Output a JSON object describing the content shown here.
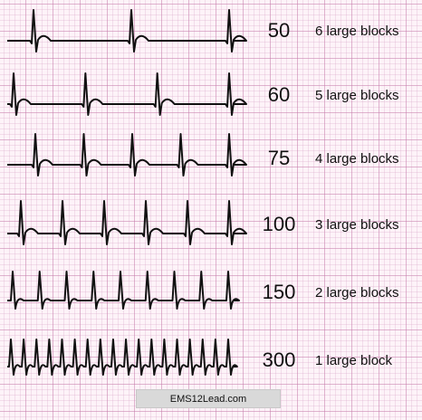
{
  "rows": [
    {
      "rate": "50",
      "blocks": "6 large blocks",
      "beats": 3
    },
    {
      "rate": "60",
      "blocks": "5 large blocks",
      "beats": 4
    },
    {
      "rate": "75",
      "blocks": "4 large blocks",
      "beats": 5
    },
    {
      "rate": "100",
      "blocks": "3 large blocks",
      "beats": 6
    },
    {
      "rate": "150",
      "blocks": "2 large blocks",
      "beats": 9
    },
    {
      "rate": "300",
      "blocks": "1 large block",
      "beats": 18
    }
  ],
  "watermark": "EMS12Lead.com",
  "colors": {
    "trace": "#111111",
    "grid_major": "#c478a8",
    "grid_minor": "#d6a0c6",
    "paper": "#fdf3f8"
  }
}
